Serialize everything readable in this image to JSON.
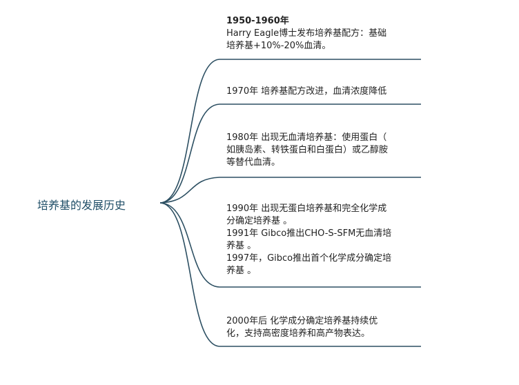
{
  "root": {
    "label": "培养基的发展历史"
  },
  "nodes": [
    {
      "id": "n1950",
      "lines": [
        "1950-1960年",
        "Harry Eagle博士发布培养基配方：基础",
        "培养基+10%-20%血清。"
      ]
    },
    {
      "id": "n1970",
      "lines": [
        "1970年  培养基配方改进，血清浓度降低"
      ]
    },
    {
      "id": "n1980",
      "lines": [
        "1980年  出现无血清培养基：使用蛋白（",
        "如胰岛素、转铁蛋白和白蛋白）或乙醇胺",
        "等替代血清。"
      ]
    },
    {
      "id": "n1990",
      "lines": [
        "1990年  出现无蛋白培养基和完全化学成",
        "分确定培养基 。",
        " 1991年 Gibco推出CHO-S-SFM无血清培",
        " 养基 。",
        " 1997年，Gibco推出首个化学成分确定培",
        " 养基 。"
      ]
    },
    {
      "id": "n2000",
      "lines": [
        "2000年后  化学成分确定培养基持续优",
        "化，支持高密度培养和高产物表达。"
      ]
    }
  ],
  "colors": {
    "branch": "#2c4f62",
    "root_text": "#1f4e67",
    "node_text": "#222222"
  }
}
